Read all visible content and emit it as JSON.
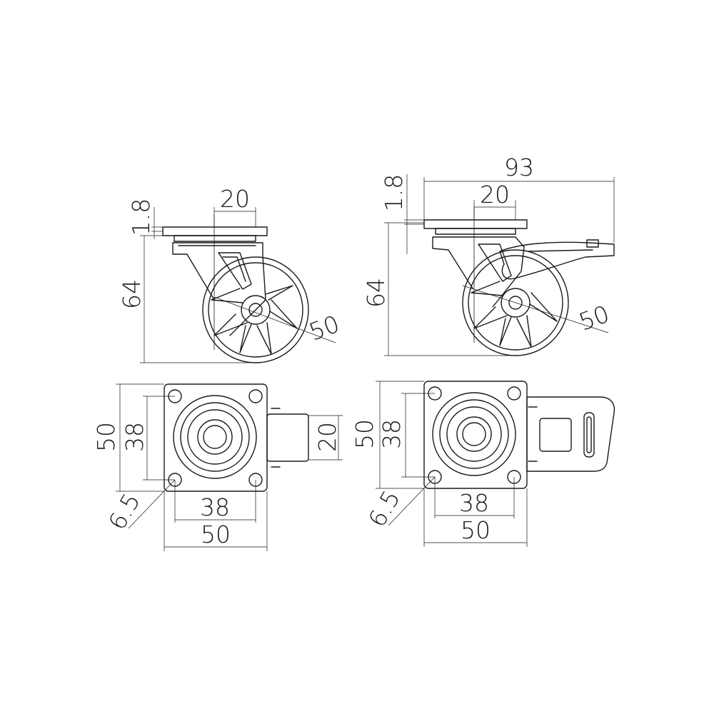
{
  "colors": {
    "line": "#1a1a1a",
    "background": "#ffffff"
  },
  "views": {
    "swivel_side": {
      "plate_thickness": "1.8",
      "plate_top_width": "20",
      "height": "64",
      "wheel_diameter": "50"
    },
    "brake_side": {
      "overall_length": "93",
      "plate_thickness": "1.8",
      "plate_top_width": "20",
      "height": "64",
      "wheel_diameter": "50"
    },
    "swivel_top": {
      "plate_height": "50",
      "hole_spacing_vertical": "38",
      "wheel_width": "20",
      "hole_diameter": "6.5",
      "hole_spacing_horizontal": "38",
      "plate_width": "50"
    },
    "brake_top": {
      "plate_height": "50",
      "hole_spacing_vertical": "38",
      "hole_diameter": "6.5",
      "hole_spacing_horizontal": "38",
      "plate_width": "50"
    }
  }
}
